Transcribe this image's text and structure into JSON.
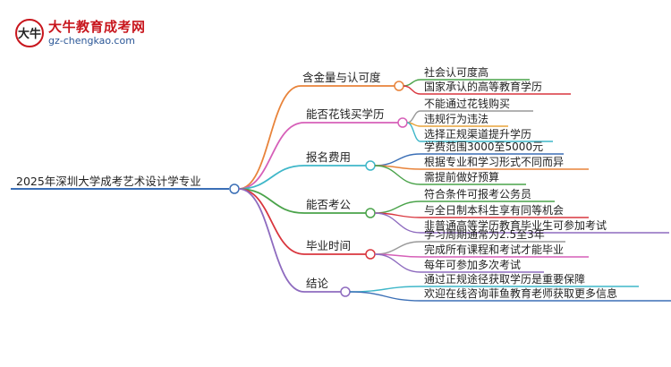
{
  "logo": {
    "title": "大牛教育成考网",
    "url": "gz-chengkao.com",
    "mark_text": "大牛",
    "accent": "#c8161d",
    "url_color": "#2b5797"
  },
  "root": {
    "label": "2025年深圳大学成考艺术设计学专业",
    "color": "#3b6fb6"
  },
  "branches": [
    {
      "label": "含金量与认可度",
      "color": "#e8833a",
      "leaves": [
        {
          "label": "社会认可度高",
          "color": "#4aa34a"
        },
        {
          "label": "国家承认的高等教育学历",
          "color": "#d9363e"
        }
      ]
    },
    {
      "label": "能否花钱买学历",
      "color": "#d65fb8",
      "leaves": [
        {
          "label": "不能通过花钱购买",
          "color": "#999999"
        },
        {
          "label": "违规行为违法",
          "color": "#e8a33a"
        },
        {
          "label": "选择正规渠道提升学历",
          "color": "#3fb7c9"
        }
      ]
    },
    {
      "label": "报名费用",
      "color": "#3fb7c9",
      "leaves": [
        {
          "label": "学费范围3000至5000元",
          "color": "#3b6fb6"
        },
        {
          "label": "根据专业和学习形式不同而异",
          "color": "#e8833a"
        },
        {
          "label": "需提前做好预算",
          "color": "#4aa34a"
        }
      ]
    },
    {
      "label": "能否考公",
      "color": "#4aa34a",
      "leaves": [
        {
          "label": "符合条件可报考公务员",
          "color": "#4aa34a"
        },
        {
          "label": "与全日制本科生享有同等机会",
          "color": "#d9363e"
        },
        {
          "label": "非普通高等学历教育毕业生可参加考试",
          "color": "#8e6bbf"
        }
      ]
    },
    {
      "label": "毕业时间",
      "color": "#d9363e",
      "leaves": [
        {
          "label": "学习周期通常为2.5至3年",
          "color": "#999999"
        },
        {
          "label": "完成所有课程和考试才能毕业",
          "color": "#d65fb8"
        },
        {
          "label": "每年可参加多次考试",
          "color": "#8e6bbf"
        }
      ]
    },
    {
      "label": "结论",
      "color": "#8e6bbf",
      "leaves": [
        {
          "label": "通过正规途径获取学历是重要保障",
          "color": "#3fb7c9"
        },
        {
          "label": "欢迎在线咨询菲鱼教育老师获取更多信息",
          "color": "#3b6fb6"
        }
      ]
    }
  ]
}
